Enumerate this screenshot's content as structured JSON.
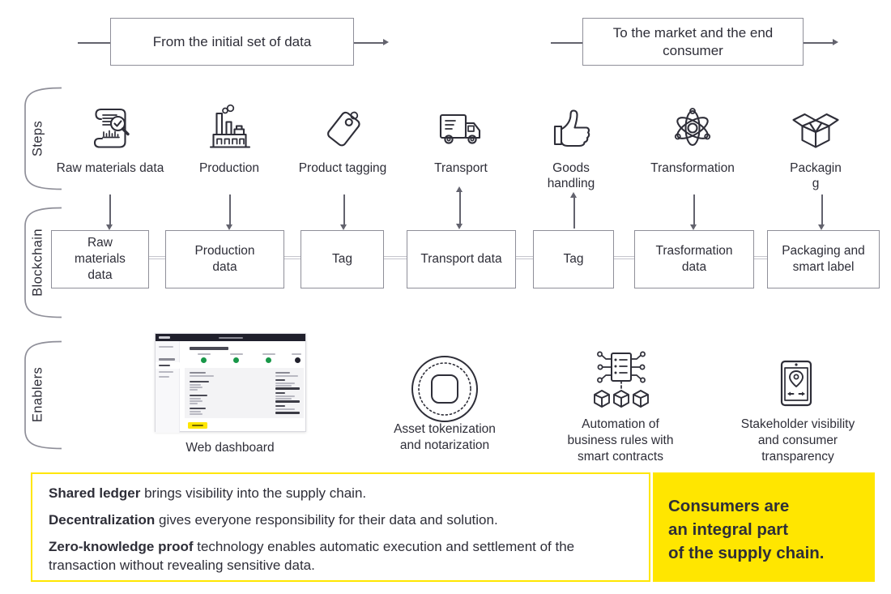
{
  "flow": {
    "from_label": "From the initial set of data",
    "to_label": "To the market and the end consumer"
  },
  "row_labels": {
    "steps": "Steps",
    "blockchain": "Blockchain",
    "enablers": "Enablers"
  },
  "steps": [
    {
      "label": "Raw materials data",
      "icon": "scroll-audit-icon",
      "arrow": "down"
    },
    {
      "label": "Production",
      "icon": "factory-icon",
      "arrow": "down"
    },
    {
      "label": "Product tagging",
      "icon": "tag-icon",
      "arrow": "down"
    },
    {
      "label": "Transport",
      "icon": "truck-icon",
      "arrow": "both"
    },
    {
      "label": "Goods handling",
      "icon": "thumbs-up-icon",
      "arrow": "up"
    },
    {
      "label": "Transformation",
      "icon": "atom-icon",
      "arrow": "down"
    },
    {
      "label": "Packaging",
      "icon": "open-box-icon",
      "arrow": "down"
    }
  ],
  "blockchain_blocks": [
    "Raw materials data",
    "Production data",
    "Tag",
    "Transport data",
    "Tag",
    "Trasformation data",
    "Packaging and smart label"
  ],
  "enablers": {
    "dashboard_caption": "Web dashboard",
    "items": [
      {
        "label": "Asset tokenization and notarization",
        "icon": "coin-token-icon"
      },
      {
        "label": "Automation of business rules with smart contracts",
        "icon": "smart-contract-icon"
      },
      {
        "label": "Stakeholder visibility and consumer transparency",
        "icon": "mobile-location-icon"
      }
    ]
  },
  "notes": [
    {
      "term": "Shared ledger",
      "text": " brings visibility into the supply chain."
    },
    {
      "term": "Decentralization",
      "text": " gives everyone responsibility for their data and solution."
    },
    {
      "term": "Zero-knowledge proof",
      "text": " technology enables automatic execution and settlement of the transaction without revealing sensitive data."
    }
  ],
  "highlight": {
    "lines": [
      "Consumers are",
      "an integral part",
      "of the supply chain."
    ]
  },
  "colors": {
    "accent_yellow": "#ffe600",
    "ink": "#2e2e38",
    "arrow_gray": "#63636e",
    "border_gray": "#8f8f99",
    "chain_link_gray": "#c5c5cd",
    "green_check": "#189748",
    "dashboard_header": "#20202c"
  }
}
